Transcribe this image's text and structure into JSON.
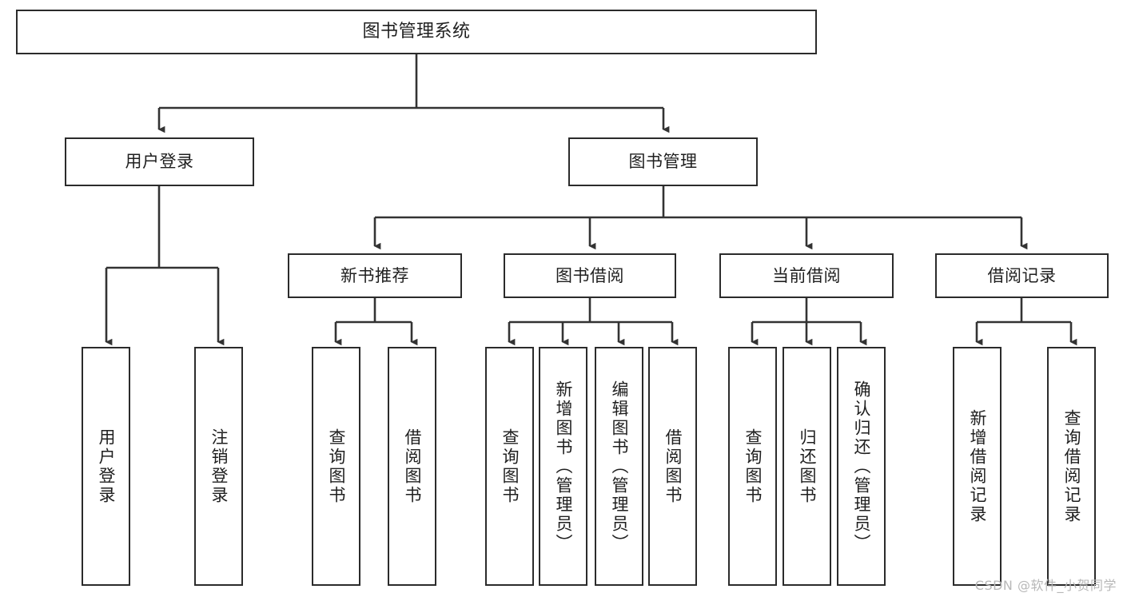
{
  "diagram": {
    "title": "图书管理系统",
    "type": "hierarchy-tree",
    "orientation": "top-down",
    "levels": 4,
    "root": {
      "id": "root",
      "label": "图书管理系统",
      "text_direction": "horizontal"
    },
    "level2": [
      {
        "id": "user-login",
        "label": "用户登录",
        "text_direction": "horizontal"
      },
      {
        "id": "book-manage",
        "label": "图书管理",
        "text_direction": "horizontal"
      }
    ],
    "level3": [
      {
        "id": "new-book-recommend",
        "label": "新书推荐",
        "text_direction": "horizontal",
        "parent": "book-manage"
      },
      {
        "id": "book-borrow",
        "label": "图书借阅",
        "text_direction": "horizontal",
        "parent": "book-manage"
      },
      {
        "id": "current-borrow",
        "label": "当前借阅",
        "text_direction": "horizontal",
        "parent": "book-manage"
      },
      {
        "id": "borrow-record",
        "label": "借阅记录",
        "text_direction": "horizontal",
        "parent": "book-manage"
      }
    ],
    "leaves": {
      "user_login": [
        {
          "id": "leaf-user-login",
          "label": "用户登录"
        },
        {
          "id": "leaf-user-logout",
          "label": "注销登录"
        }
      ],
      "new_book_recommend": [
        {
          "id": "leaf-query-book-1",
          "label": "查询图书"
        },
        {
          "id": "leaf-borrow-book-1",
          "label": "借阅图书"
        }
      ],
      "book_borrow": [
        {
          "id": "leaf-query-book-2",
          "label": "查询图书"
        },
        {
          "id": "leaf-add-book",
          "label": "新增图书（管理员）"
        },
        {
          "id": "leaf-edit-book",
          "label": "编辑图书（管理员）"
        },
        {
          "id": "leaf-borrow-book-2",
          "label": "借阅图书"
        }
      ],
      "current_borrow": [
        {
          "id": "leaf-query-book-3",
          "label": "查询图书"
        },
        {
          "id": "leaf-return-book",
          "label": "归还图书"
        },
        {
          "id": "leaf-confirm-return",
          "label": "确认归还（管理员）"
        }
      ],
      "borrow_record": [
        {
          "id": "leaf-add-record",
          "label": "新增借阅记录"
        },
        {
          "id": "leaf-query-record",
          "label": "查询借阅记录"
        }
      ]
    },
    "colors": {
      "border": "#2b2b2b",
      "fill": "#ffffff",
      "text": "#1f1f1f",
      "edge": "#333333",
      "watermark": "#b8b8b8"
    }
  },
  "watermark": {
    "text": "CSDN @软件_小贺同学"
  }
}
